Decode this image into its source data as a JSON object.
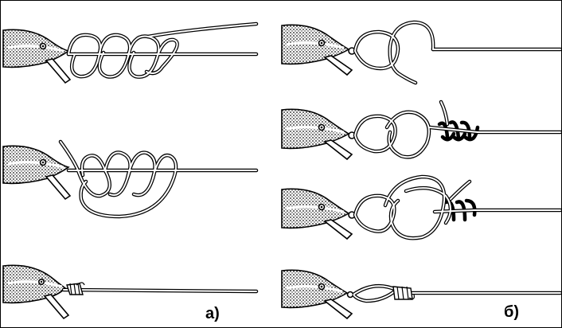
{
  "panels": [
    {
      "label": "а)",
      "steps": 3
    },
    {
      "label": "б)",
      "steps": 4
    }
  ],
  "colors": {
    "ink": "#000000",
    "paper": "#ffffff",
    "lure_shade": "#1a1a1a"
  }
}
